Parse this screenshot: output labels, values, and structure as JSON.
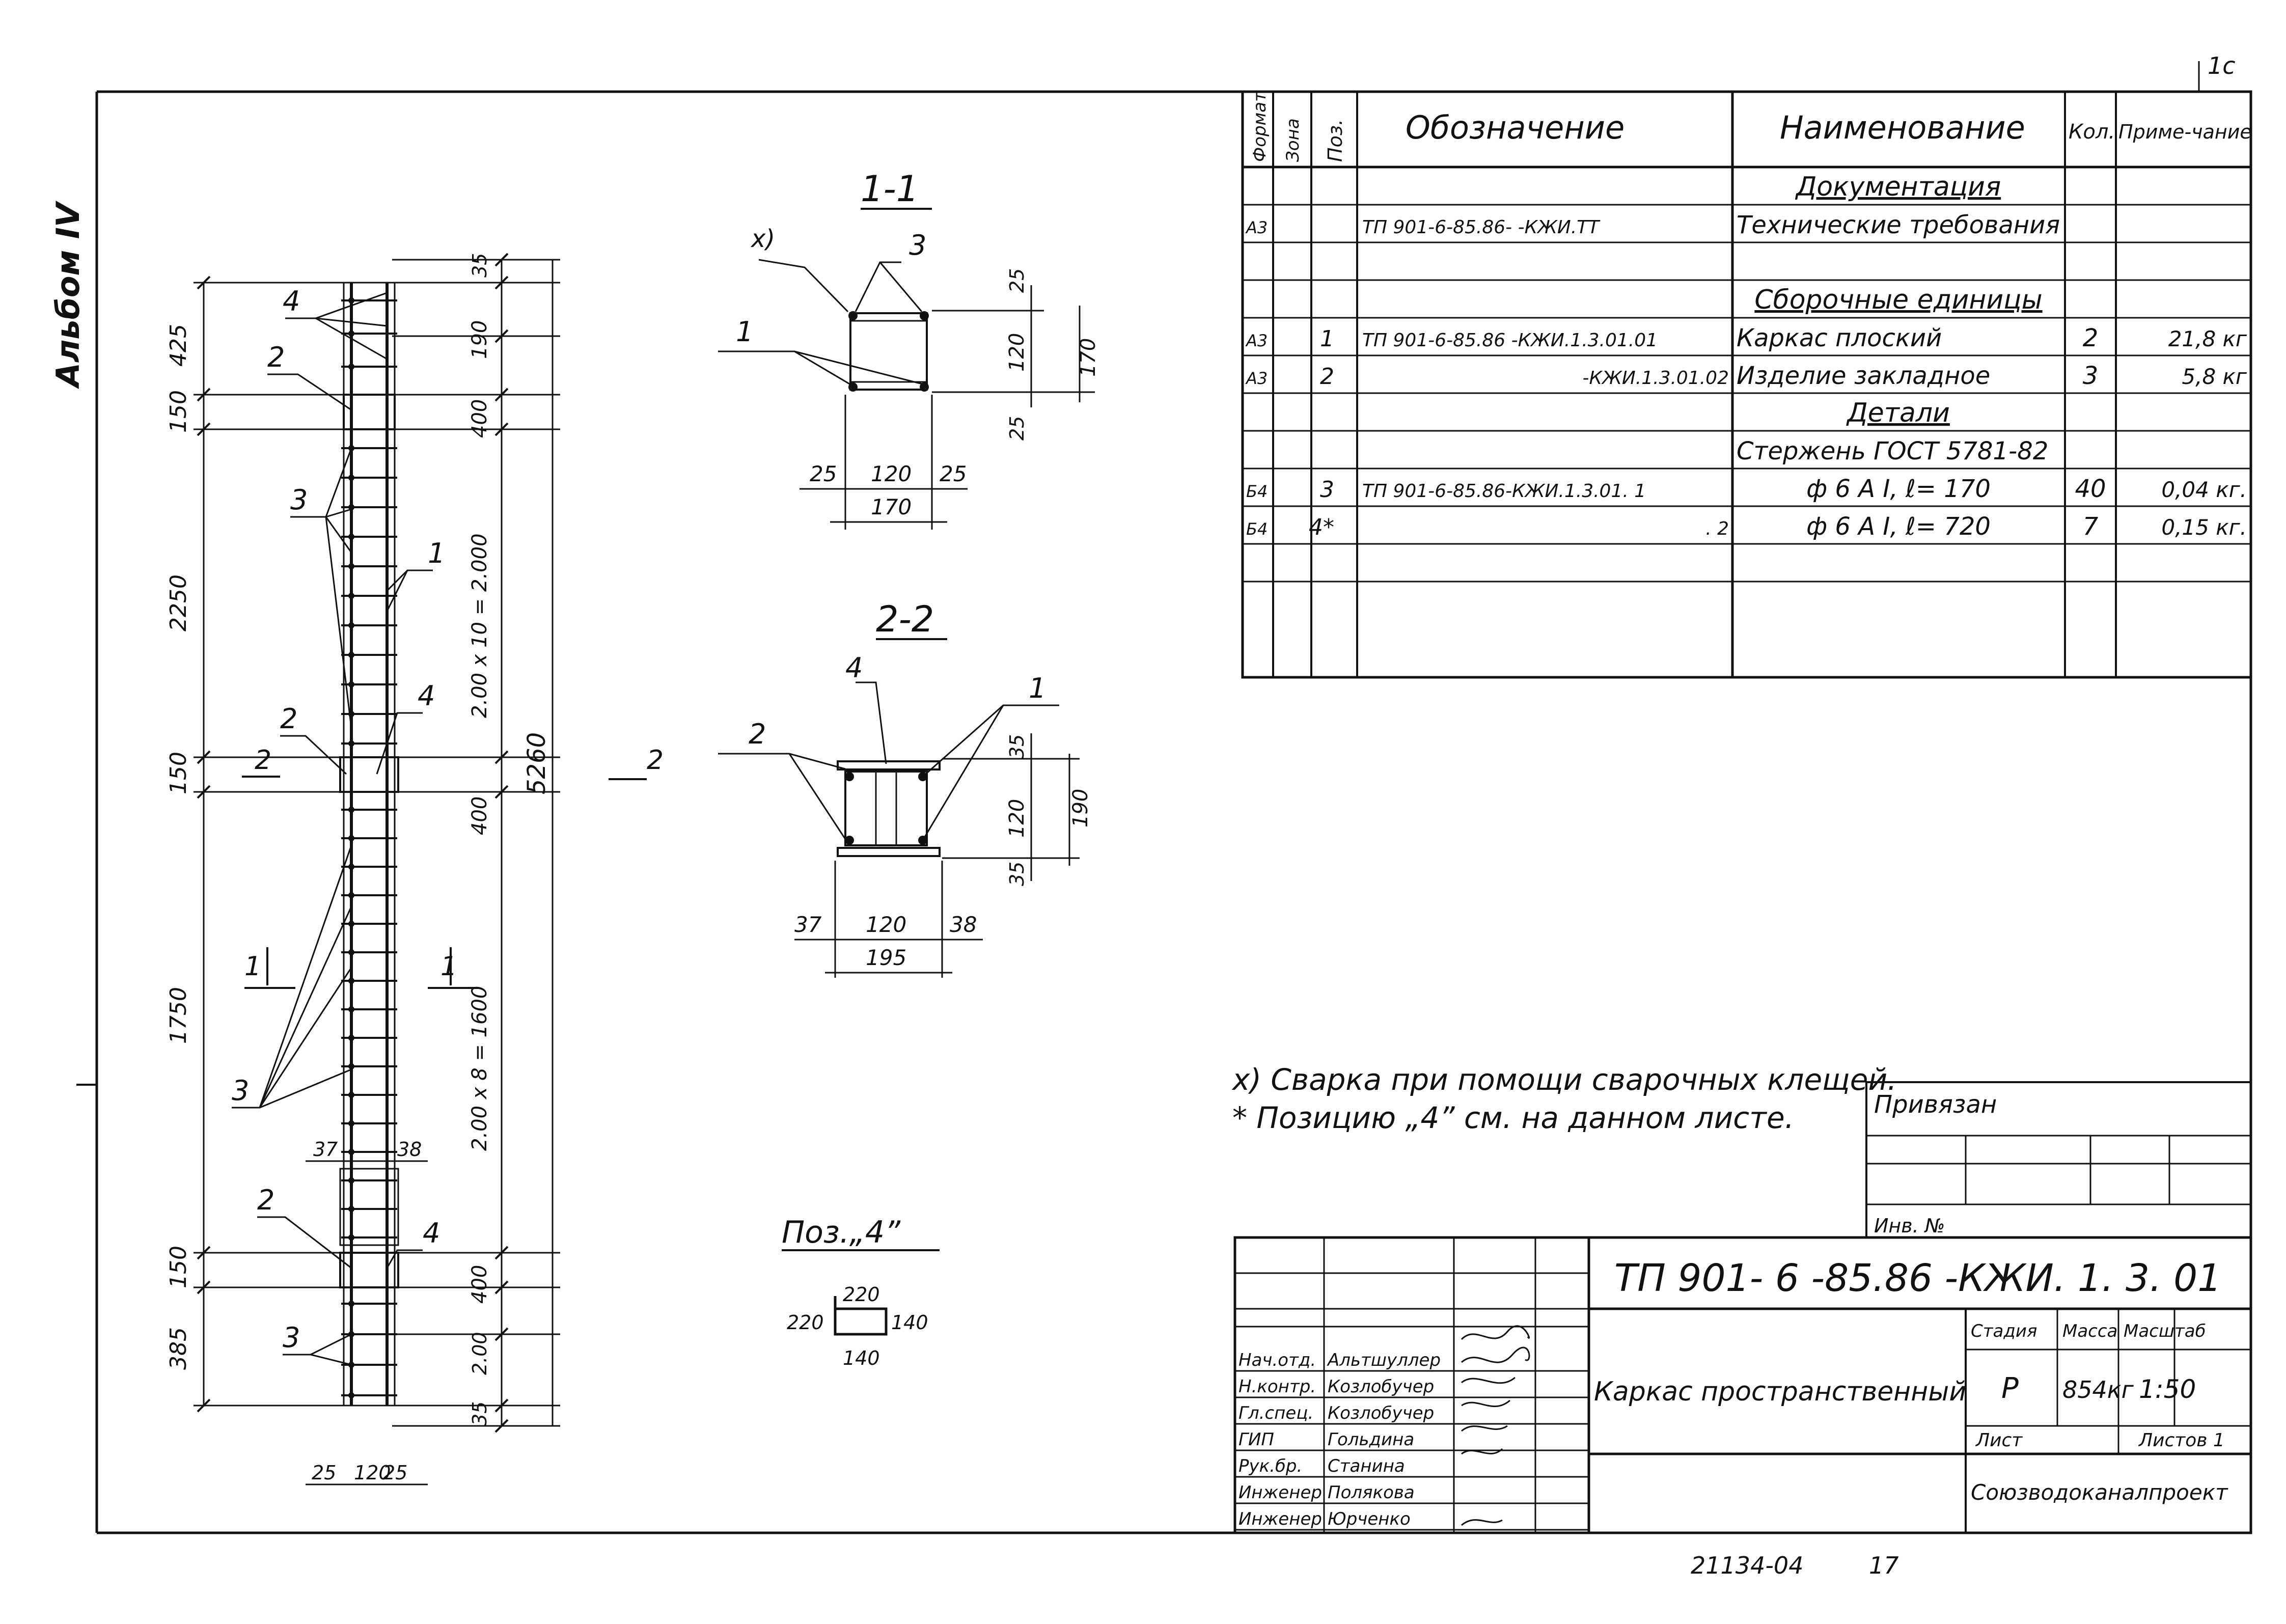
{
  "corner_mark": "1с",
  "album_label": "Альбом IV",
  "spec_table": {
    "headers": {
      "format": "Формат",
      "zone": "Зона",
      "pos": "Поз.",
      "designation": "Обозначение",
      "name": "Наименование",
      "qty": "Кол.",
      "note": "Приме-чание"
    },
    "rows": [
      {
        "format": "",
        "pos": "",
        "designation": "",
        "name": "Документация",
        "qty": "",
        "note": ""
      },
      {
        "format": "А3",
        "pos": "",
        "designation": "ТП 901-6-85.86-      -КЖИ.ТТ",
        "name": "Технические требования",
        "qty": "",
        "note": ""
      },
      {
        "format": "",
        "pos": "",
        "designation": "",
        "name": "",
        "qty": "",
        "note": ""
      },
      {
        "format": "",
        "pos": "",
        "designation": "",
        "name": "Сборочные единицы",
        "qty": "",
        "note": ""
      },
      {
        "format": "А3",
        "pos": "1",
        "designation": "ТП 901-6-85.86   -КЖИ.1.3.01.01",
        "name": "Каркас плоский",
        "qty": "2",
        "note": "21,8 кг"
      },
      {
        "format": "А3",
        "pos": "2",
        "designation": "-КЖИ.1.3.01.02",
        "name": "Изделие закладное",
        "qty": "3",
        "note": "5,8 кг"
      },
      {
        "format": "",
        "pos": "",
        "designation": "",
        "name": "Детали",
        "qty": "",
        "note": ""
      },
      {
        "format": "",
        "pos": "",
        "designation": "",
        "name": "Стержень ГОСТ 5781-82",
        "qty": "",
        "note": ""
      },
      {
        "format": "Б4",
        "pos": "3",
        "designation": "ТП 901-6-85.86-КЖИ.1.3.01.   1",
        "name": "ф 6 А I,  ℓ= 170",
        "qty": "40",
        "note": "0,04 кг."
      },
      {
        "format": "Б4",
        "pos": "4*",
        "designation": ". 2",
        "name": "ф 6 А I,  ℓ= 720",
        "qty": "7",
        "note": "0,15 кг."
      },
      {
        "format": "",
        "pos": "",
        "designation": "",
        "name": "",
        "qty": "",
        "note": ""
      }
    ]
  },
  "elevation": {
    "left_dims": [
      "425",
      "150",
      "2250",
      "150",
      "1750",
      "150",
      "385"
    ],
    "right_dims": [
      "35",
      "190",
      "400",
      "2.00 x 10 = 2.000",
      "400",
      "2.00 x 8 = 1600",
      "400",
      "2.00",
      "35"
    ],
    "overall": "5260",
    "bottom_dims": [
      "25",
      "120",
      "25"
    ],
    "top_width_dims": [
      "37",
      "38"
    ],
    "labels": [
      "4",
      "2",
      "3",
      "1",
      "2",
      "4",
      "1",
      "1",
      "3",
      "2",
      "4",
      "3"
    ],
    "section_marks": [
      "2",
      "1",
      "1"
    ]
  },
  "sections": {
    "s11": {
      "title": "1-1",
      "note_mark": "x)",
      "labels": [
        "3",
        "1"
      ],
      "right_dims": [
        "25",
        "120",
        "25"
      ],
      "overall": "170",
      "bottom_dims": [
        "25",
        "120",
        "25"
      ],
      "bottom_overall": "170"
    },
    "s22": {
      "title": "2-2",
      "labels": [
        "4",
        "2",
        "1"
      ],
      "right_dims": [
        "35",
        "120",
        "35"
      ],
      "overall": "190",
      "bottom_dims": [
        "37",
        "120",
        "38"
      ],
      "bottom_overall": "195"
    },
    "mark22": "2"
  },
  "pos4": {
    "title": "Поз.„4”",
    "top": "220",
    "left": "220",
    "right": "140",
    "bottom": "140"
  },
  "notes": [
    "x) Сварка при помощи сварочных  клещей.",
    "* Позицию „4”  см.  на данном  листе."
  ],
  "binding": {
    "title": "Привязан",
    "inv": "Инв. №"
  },
  "title_block": {
    "code": "ТП  901- 6 -85.86  -КЖИ. 1. 3. 01",
    "name": "Каркас пространственный",
    "stage_label": "Стадия",
    "mass_label": "Масса",
    "scale_label": "Масштаб",
    "stage": "Р",
    "mass": "854кг",
    "scale": "1:50",
    "sheet_label": "Лист",
    "sheets_label": "Листов 1",
    "org": "Союзводоканалпроект",
    "staff": [
      {
        "role": "Нач.отд.",
        "name": "Альтшуллер"
      },
      {
        "role": "Н.контр.",
        "name": "Козлобучер"
      },
      {
        "role": "Гл.спец.",
        "name": "Козлобучер"
      },
      {
        "role": "ГИП",
        "name": "Гольдина"
      },
      {
        "role": "Рук.бр.",
        "name": "Станина"
      },
      {
        "role": "Инженер",
        "name": "Полякова"
      },
      {
        "role": "Инженер",
        "name": "Юрченко"
      }
    ]
  },
  "footer": {
    "code": "21134-04",
    "page": "17"
  }
}
